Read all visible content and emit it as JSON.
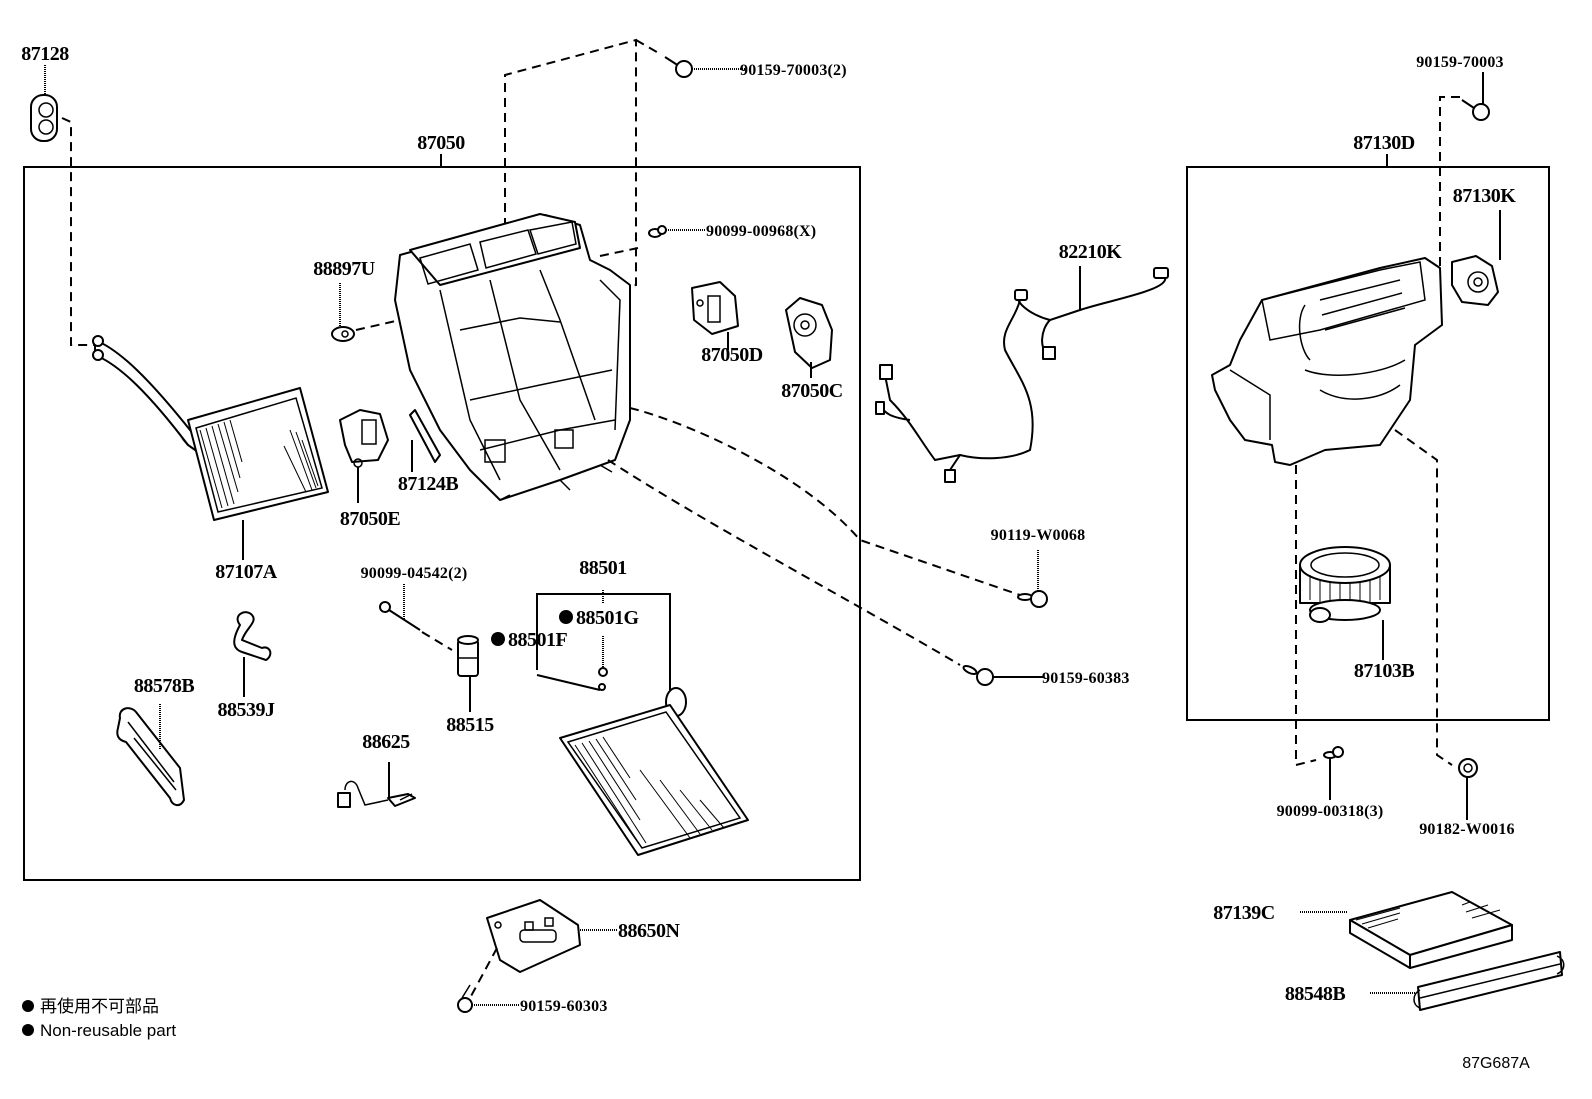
{
  "diagram": {
    "code": "87G687A",
    "legend": {
      "symbol": "●",
      "japanese": "再使用不可部品",
      "english": "Non-reusable part"
    },
    "groups": {
      "heater_unit": "87050",
      "blower_unit": "87130D",
      "evaporator": "88501"
    },
    "parts": {
      "p87128": "87128",
      "p90159_70003_2": "90159-70003(2)",
      "p90099_00968_x": "90099-00968(X)",
      "p88897U": "88897U",
      "p87050D": "87050D",
      "p87050C": "87050C",
      "p87050E": "87050E",
      "p87124B": "87124B",
      "p87107A": "87107A",
      "p90099_04542_2": "90099-04542(2)",
      "p88501G": "88501G",
      "p88501F": "88501F",
      "p88539J": "88539J",
      "p88578B": "88578B",
      "p88515": "88515",
      "p88625": "88625",
      "p88650N": "88650N",
      "p90159_60303": "90159-60303",
      "p82210K": "82210K",
      "p90119_W0068": "90119-W0068",
      "p90159_60383": "90159-60383",
      "p90159_70003": "90159-70003",
      "p87130K": "87130K",
      "p87103B": "87103B",
      "p90099_00318_3": "90099-00318(3)",
      "p90182_W0016": "90182-W0016",
      "p87139C": "87139C",
      "p88548B": "88548B"
    }
  }
}
